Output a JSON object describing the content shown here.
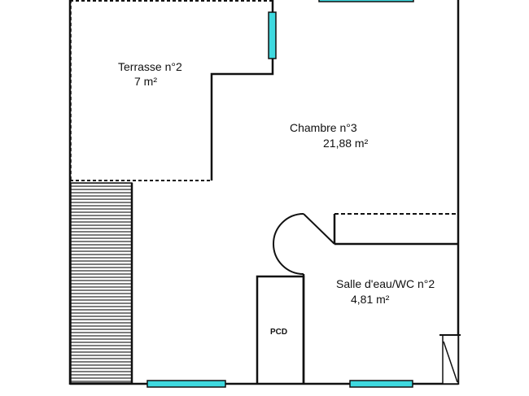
{
  "rooms": [
    {
      "id": "terrasse",
      "name": "Terrasse n°2",
      "area": "7  m²"
    },
    {
      "id": "chambre",
      "name": "Chambre n°3",
      "area": "21,88  m²"
    },
    {
      "id": "salle",
      "name": "Salle d'eau/WC n°2",
      "area": "4,81  m²"
    }
  ],
  "closet": {
    "label": "PCD"
  },
  "colors": {
    "wall": "#111111",
    "window": "#3ed9df",
    "hatch": "#444444"
  }
}
